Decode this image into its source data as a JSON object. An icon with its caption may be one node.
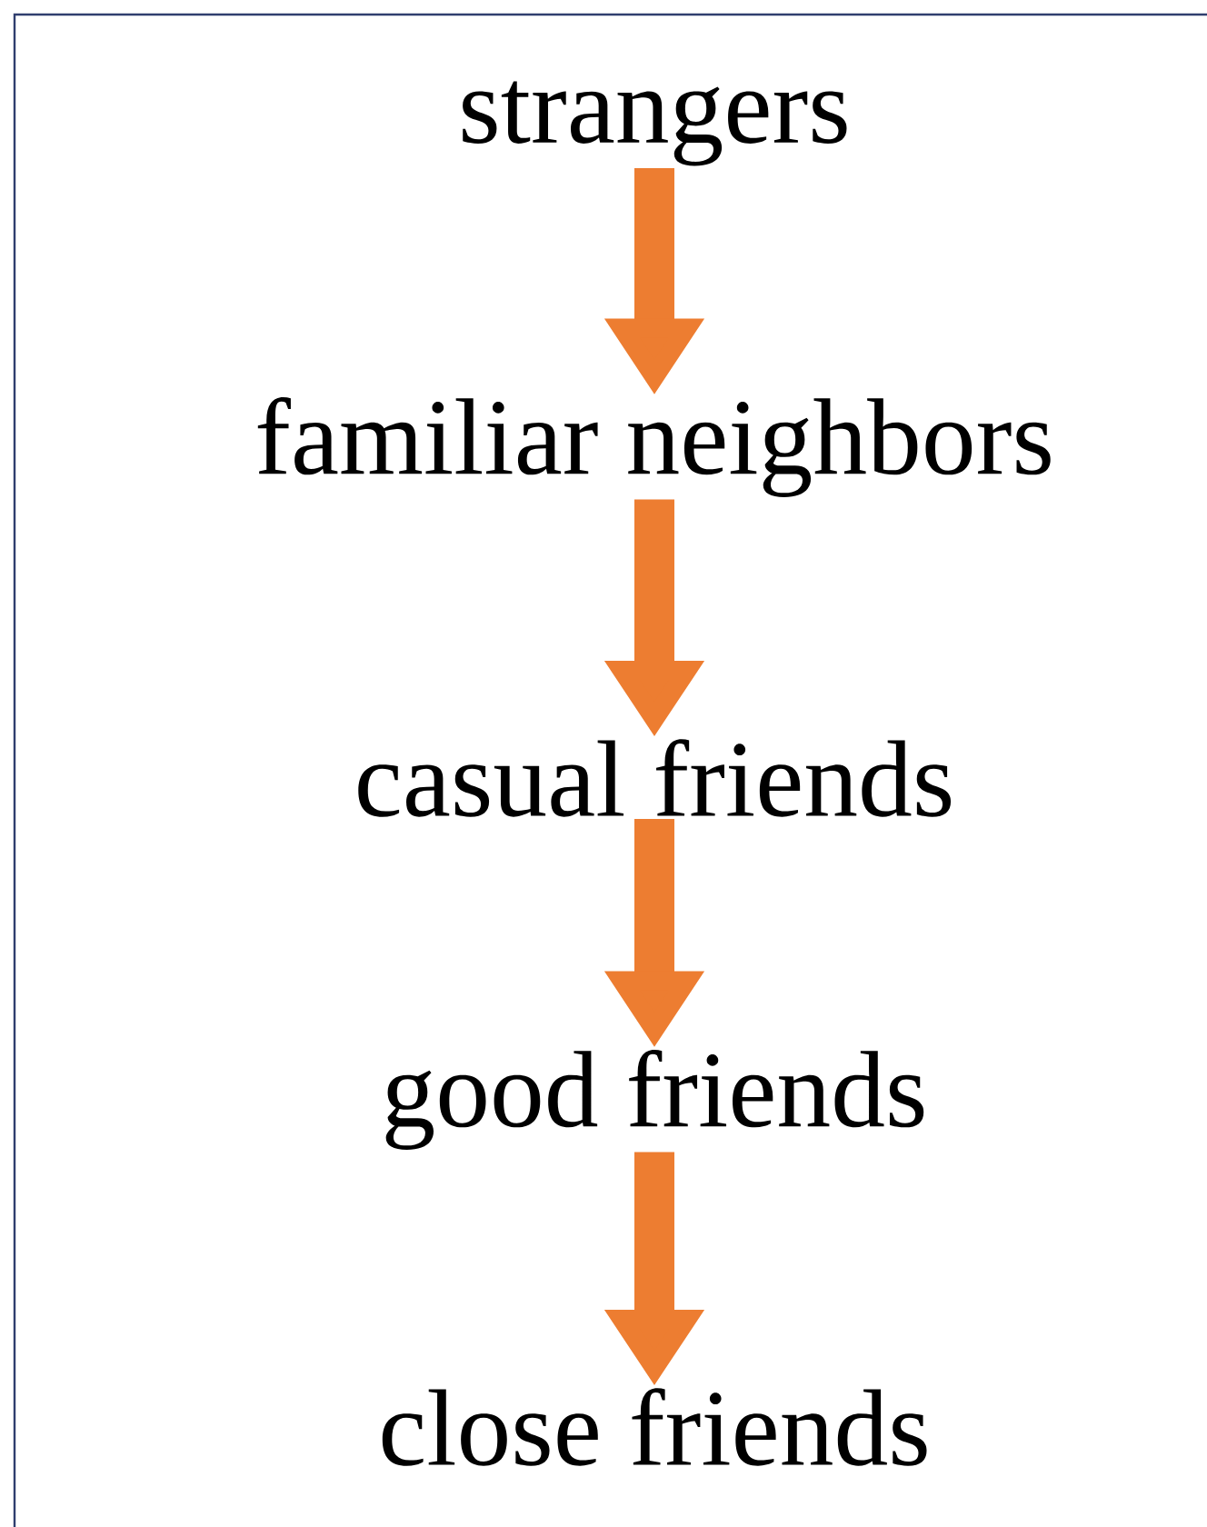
{
  "diagram": {
    "nodes": [
      {
        "text": [
          "strangers"
        ]
      },
      {
        "text": [
          "familiar neighbors"
        ]
      },
      {
        "text": [
          "casual friends"
        ]
      },
      {
        "text": [
          "good friends"
        ]
      },
      {
        "text": [
          "close friends"
        ]
      }
    ],
    "edges": [
      {
        "from": 0,
        "to": 1,
        "arrow": "to"
      },
      {
        "from": 1,
        "to": 2,
        "arrow": "to"
      },
      {
        "from": 2,
        "to": 3,
        "arrow": "to"
      },
      {
        "from": 3,
        "to": 4,
        "arrow": "to"
      }
    ]
  }
}
